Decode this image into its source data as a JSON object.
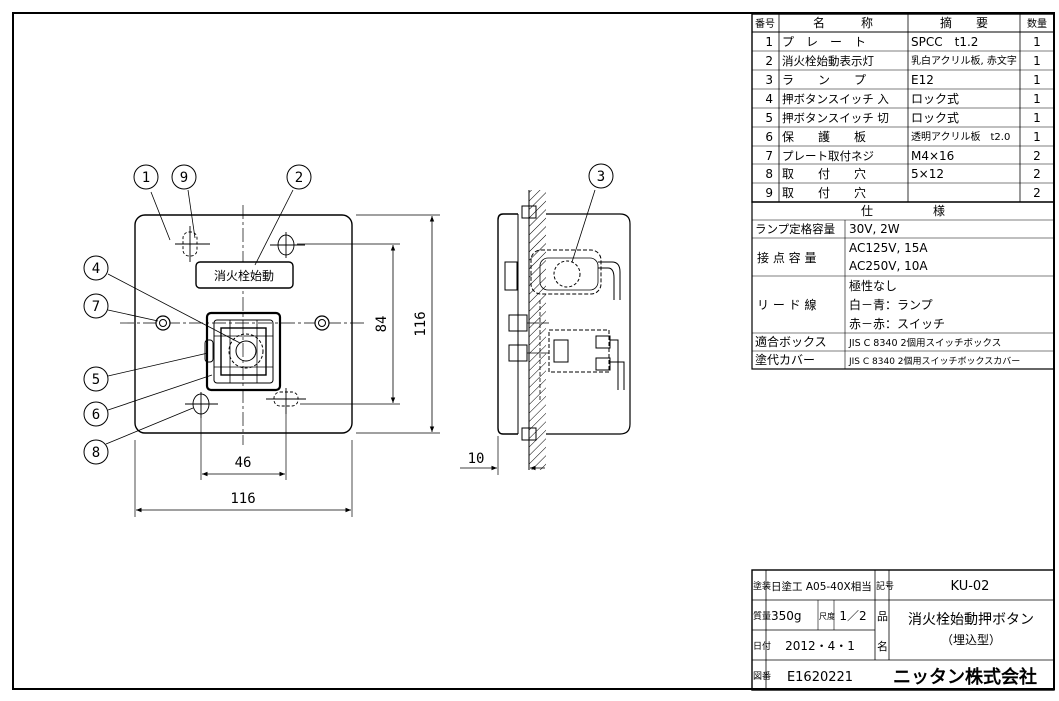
{
  "drawing": {
    "front_view": {
      "plate_label": "消火栓始動",
      "dims": {
        "width": "116",
        "height": "116",
        "hole_pitch_h": "46",
        "hole_pitch_v": "84"
      }
    },
    "side_view": {
      "dims": {
        "depth": "10"
      }
    },
    "balloons": [
      "1",
      "9",
      "2",
      "4",
      "7",
      "5",
      "6",
      "8",
      "3"
    ]
  },
  "parts_table": {
    "headers": {
      "no": "番号",
      "name": "名　　　称",
      "spec": "摘　　要",
      "qty": "数量"
    },
    "rows": [
      {
        "no": "1",
        "name": "プ　レ　ー　ト",
        "spec": "SPCC　t1.2",
        "qty": "1"
      },
      {
        "no": "2",
        "name": "消火栓始動表示灯",
        "spec": "乳白アクリル板, 赤文字",
        "qty": "1"
      },
      {
        "no": "3",
        "name": "ラ　　ン　　プ",
        "spec": "E12",
        "qty": "1"
      },
      {
        "no": "4",
        "name": "押ボタンスイッチ 入",
        "spec": "ロック式",
        "qty": "1"
      },
      {
        "no": "5",
        "name": "押ボタンスイッチ 切",
        "spec": "ロック式",
        "qty": "1"
      },
      {
        "no": "6",
        "name": "保　　護　　板",
        "spec": "透明アクリル板　t2.0",
        "qty": "1"
      },
      {
        "no": "7",
        "name": "プレート取付ネジ",
        "spec": "M4×16",
        "qty": "2"
      },
      {
        "no": "8",
        "name": "取　　付　　穴",
        "spec": "5×12",
        "qty": "2"
      },
      {
        "no": "9",
        "name": "取　　付　　穴",
        "spec": "",
        "qty": "2"
      }
    ]
  },
  "spec_table": {
    "header": "仕　　　　　様",
    "lamp_rating_label": "ランプ定格容量",
    "lamp_rating": "30V, 2W",
    "contact_label": "接 点 容 量",
    "contact_1": "AC125V, 15A",
    "contact_2": "AC250V, 10A",
    "lead_label": "リ ー ド 線",
    "lead_1": "極性なし",
    "lead_2": "白－青：ランプ",
    "lead_3": "赤－赤：スイッチ",
    "box_label": "適合ボックス",
    "box_value": "JIS C 8340 2個用スイッチボックス",
    "cover_label": "塗代カバー",
    "cover_value": "JIS C 8340 2個用スイッチボックスカバー"
  },
  "title_block": {
    "paint_label": "塗装",
    "paint_value": "日塗工 A05-40X相当",
    "mark_label": "記号",
    "model": "KU-02",
    "mass_label": "質量",
    "mass_value": "350g",
    "scale_label": "尺度",
    "scale_value": "1／2",
    "product_label": "品",
    "product_label2": "名",
    "product_name": "消火栓始動押ボタン",
    "product_sub": "（埋込型）",
    "date_label": "日付",
    "date_value": "2012・4・1",
    "drawing_no_label": "図番",
    "drawing_no": "E1620221",
    "company": "ニッタン株式会社"
  }
}
